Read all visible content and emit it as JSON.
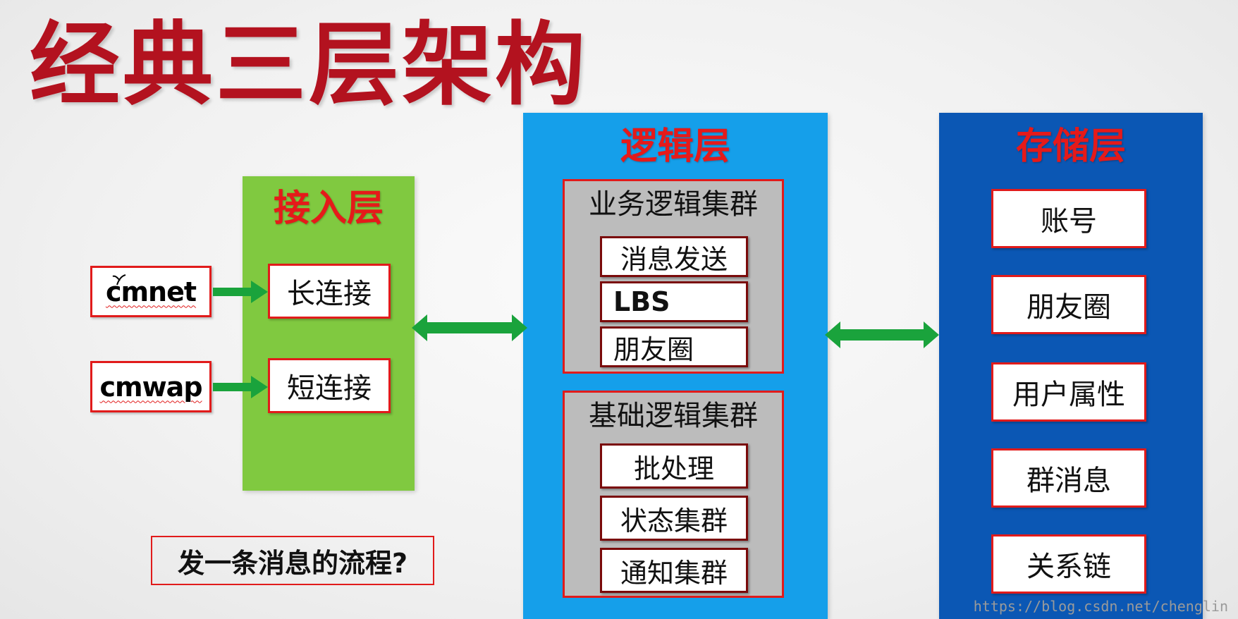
{
  "title": "经典三层架构",
  "access_layer": {
    "title": "接入层",
    "networks": [
      "cmnet",
      "cmwap"
    ],
    "connections": [
      "长连接",
      "短连接"
    ]
  },
  "logic_layer": {
    "title": "逻辑层",
    "clusters": [
      {
        "title": "业务逻辑集群",
        "items": [
          "消息发送",
          "LBS",
          "朋友圈"
        ]
      },
      {
        "title": "基础逻辑集群",
        "items": [
          "批处理",
          "状态集群",
          "通知集群"
        ]
      }
    ]
  },
  "storage_layer": {
    "title": "存储层",
    "items": [
      "账号",
      "朋友圈",
      "用户属性",
      "群消息",
      "关系链"
    ]
  },
  "question": "发一条消息的流程?",
  "watermark": "https://blog.csdn.net/chenglin",
  "colors": {
    "title": "#b3121f",
    "access_layer": "#80c940",
    "logic_layer": "#159fea",
    "storage_layer": "#0b57b4",
    "arrow": "#1aa33c",
    "border": "#e11b1b",
    "layer_title": "#e51a1a"
  }
}
